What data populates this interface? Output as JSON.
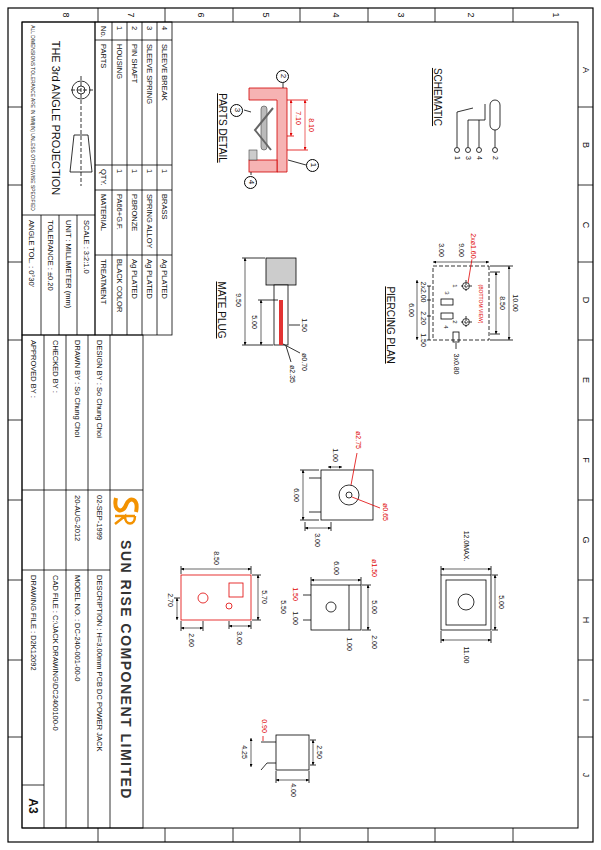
{
  "diagram": {
    "nodes": [
      {
        "text": [
          "1"
        ]
      },
      {
        "text": [
          "2"
        ]
      },
      {
        "text": [
          "3"
        ]
      },
      {
        "text": [
          "4"
        ]
      }
    ],
    "labels": [
      "1",
      "2",
      "3",
      "4",
      "5",
      "6",
      "7",
      "8",
      "A",
      "B",
      "C",
      "D",
      "E",
      "F",
      "G",
      "H",
      "I",
      "J",
      "SCHEMATIC",
      "2",
      "4",
      "3",
      "1",
      "PIERCING PLAN",
      "2xø1.60",
      "10.00",
      "8.50",
      "9.00",
      "3.00",
      "(BOTTOM VIEW)",
      "1",
      "2",
      "3",
      "4",
      "3x0.80",
      "2x2.00",
      "2.20",
      "1.50",
      "6.00",
      "PARTS DETAIL",
      "8.10",
      "7.10",
      "MATE PLUG",
      "1.50",
      "ø0.70",
      "ø2.35",
      "5.00",
      "9.50",
      "ø2.75",
      "ø0.65",
      "1.00",
      "6.00",
      "3.00",
      "ø1.50",
      "5.00",
      "2.00",
      "1.00",
      "6.00",
      "1.50",
      "1.00",
      "5.50",
      "5.00",
      "12.0MAX.",
      "11.00",
      "5.70",
      "3.00",
      "8.50",
      "2.60",
      "2.70",
      "2.50",
      "4.00",
      "0.90",
      "4.25",
      "4",
      "SLEEVE BREAK",
      "1",
      "BRASS",
      "Ag PLATED",
      "3",
      "SLEEVE SPRING",
      "1",
      "SPRING ALLOY",
      "Ag PLATED",
      "2",
      "PIN SHAFT",
      "1",
      "P.BRONZE",
      "Ag PLATED",
      "1",
      "HOUSING",
      "1",
      "PA66+G.F.",
      "BLACK COLOR",
      "No.",
      "PARTS",
      "QTY.",
      "MATERIAL",
      "TREATMENT",
      "THE 3rd ANGLE PROJECTION",
      "ALL DIMENSIONS TOLERANCE ARE IN MM(IN) UNLESS OTHERWISE SPECIFIED",
      "SCALE : 3:2:1.0",
      "UNIT : MILLIMETER (mm)",
      "TOLERANCE : ±0.20",
      "ANGLE TOL. : 0°30'",
      "DESIGN BY : So Chung Choi",
      "DRAWN BY : So Chung Choi",
      "CHECKED BY :",
      "APPROVED BY :",
      "02-SEP-1999",
      "20-AUG-2012",
      "SUN RISE COMPONENT LIMITED",
      "DESCRIPTION : H=3.00mm PCB DC POWER JACK",
      "MODEL NO. : DC-240-001-00-0",
      "CAD FILE : C:\\JACK DRAWING\\DC2400100-0",
      "DRAWING FILE : D2K12092",
      "A3"
    ]
  }
}
